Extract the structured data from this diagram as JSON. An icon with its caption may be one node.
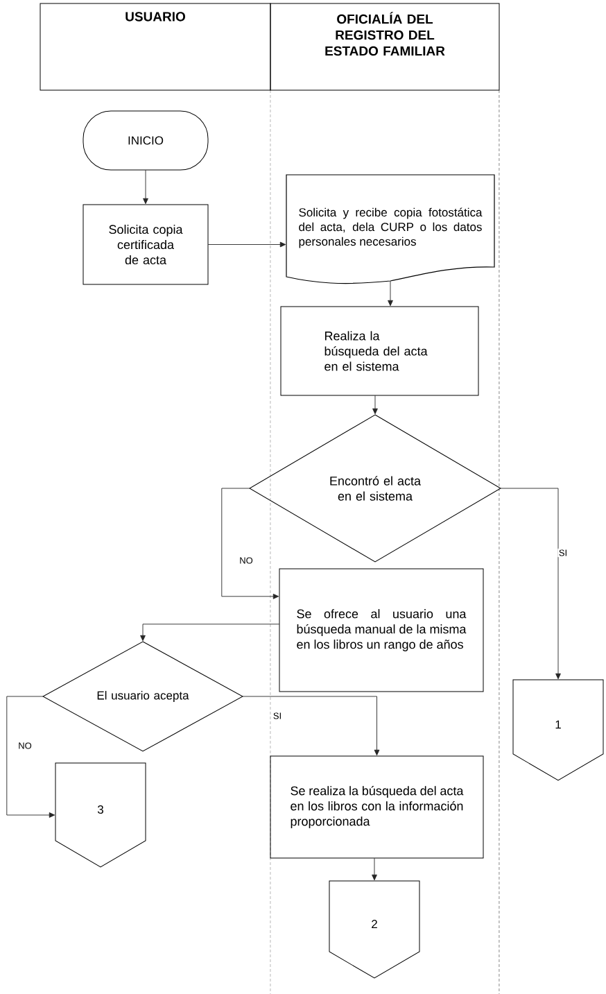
{
  "diagram": {
    "nodes": [
      {
        "text": [
          "USUARIO"
        ]
      },
      {
        "text": [
          "OFICIALÍA DEL REGISTRO DEL ESTADO FAMILIAR"
        ]
      },
      {
        "text": [
          "INICIO"
        ]
      },
      {
        "text": [
          "Solicita copia certificada de acta"
        ]
      },
      {
        "text": [
          "Solicita y recibe copia fotostática del acta, dela CURP o los datos personales necesarios"
        ]
      },
      {
        "text": [
          "Realiza la búsqueda del acta en el sistema"
        ]
      },
      {
        "text": [
          "Encontró el acta en el sistema"
        ]
      },
      {
        "text": [
          "Se ofrece al usuario una búsqueda manual de la misma en los libros un rango de años"
        ]
      },
      {
        "text": [
          "El usuario acepta"
        ]
      },
      {
        "text": [
          "3"
        ]
      },
      {
        "text": [
          "Se realiza la búsqueda del acta en los libros con la información proporcionada"
        ]
      },
      {
        "text": [
          "2"
        ]
      },
      {
        "text": [
          "1"
        ]
      }
    ],
    "edges": [
      {
        "from": 2,
        "to": 3,
        "arrow": "to"
      },
      {
        "from": 3,
        "to": 4,
        "arrow": "to"
      },
      {
        "from": 4,
        "to": 5,
        "arrow": "to"
      },
      {
        "from": 5,
        "to": 6,
        "arrow": "to"
      },
      {
        "from": 6,
        "to": 7,
        "arrow": "to",
        "label": "NO"
      },
      {
        "from": 6,
        "to": 12,
        "arrow": "to",
        "label": "SI"
      },
      {
        "from": 7,
        "to": 8,
        "arrow": "to"
      },
      {
        "from": 8,
        "to": 9,
        "arrow": "to",
        "label": "NO"
      },
      {
        "from": 8,
        "to": 10,
        "arrow": "to",
        "label": "SI"
      },
      {
        "from": 10,
        "to": 11,
        "arrow": "to"
      }
    ]
  }
}
